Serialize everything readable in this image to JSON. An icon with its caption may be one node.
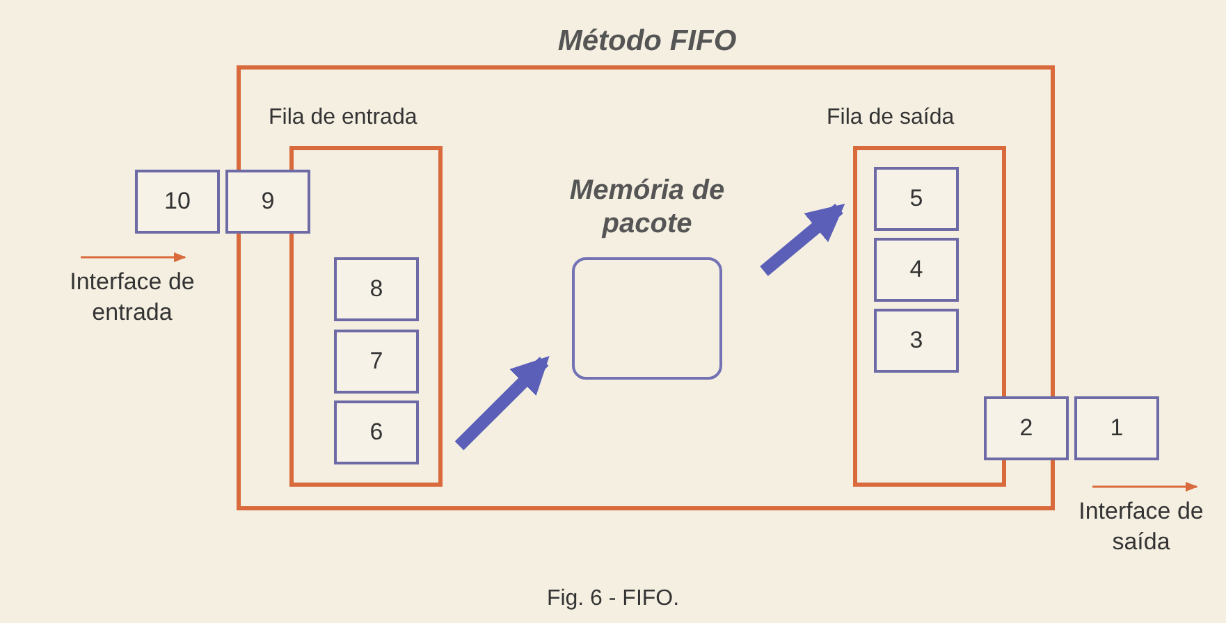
{
  "diagram": {
    "title": "Método FIFO",
    "caption": "Fig. 6 - FIFO.",
    "nodes": [
      {
        "text": [],
        "shape": "box"
      },
      {
        "text": [
          "Fila de entrada"
        ],
        "in": 0
      },
      {
        "text": [
          "Memória de pacote"
        ],
        "in": 0
      },
      {
        "text": [
          "Fila de saída"
        ],
        "in": 0
      },
      {
        "text": [
          "10"
        ]
      },
      {
        "text": [
          "9"
        ]
      },
      {
        "text": [
          "8"
        ],
        "in": 1
      },
      {
        "text": [
          "7"
        ],
        "in": 1
      },
      {
        "text": [
          "6"
        ],
        "in": 1
      },
      {
        "text": [
          "5"
        ],
        "in": 3
      },
      {
        "text": [
          "4"
        ],
        "in": 3
      },
      {
        "text": [
          "3"
        ],
        "in": 3
      },
      {
        "text": [
          "2"
        ]
      },
      {
        "text": [
          "1"
        ]
      }
    ],
    "edges": [
      {
        "from": 1,
        "to": 2,
        "arrow": "to"
      },
      {
        "from": 2,
        "to": 3,
        "arrow": "to"
      }
    ],
    "labels": [
      "Interface de entrada",
      "Interface de saída"
    ]
  }
}
